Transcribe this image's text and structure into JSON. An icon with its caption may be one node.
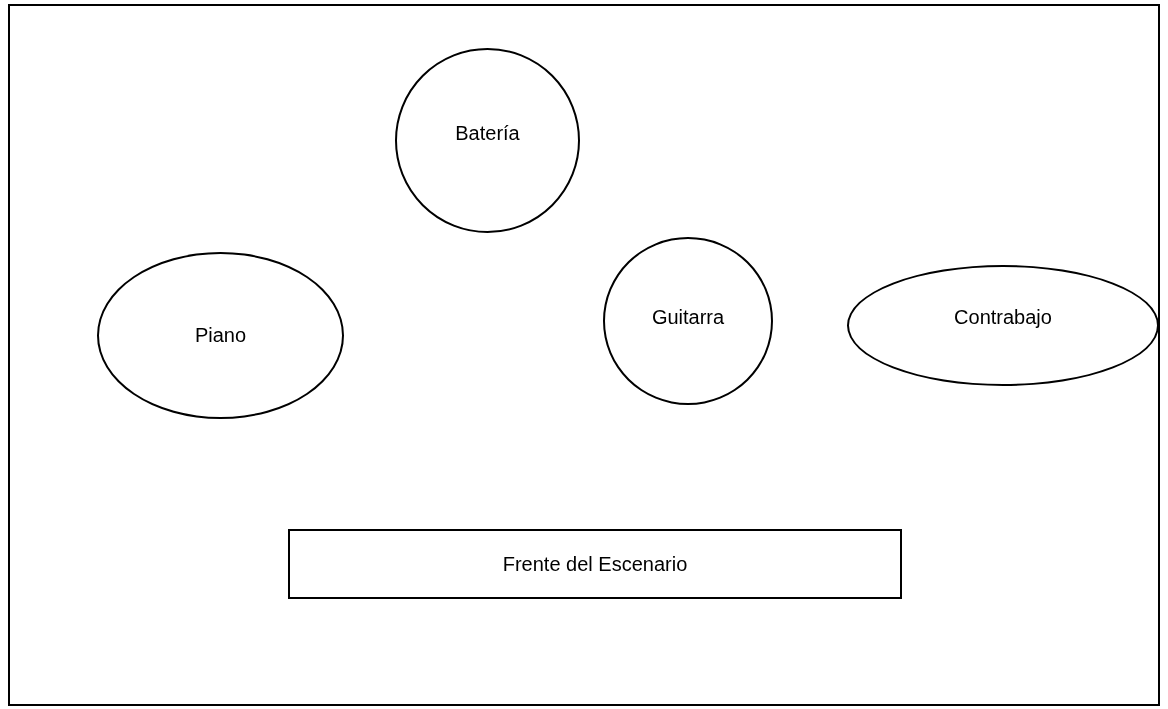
{
  "diagram": {
    "nodes": [
      {
        "text": [],
        "shape": "box"
      },
      {
        "text": [
          "Batería"
        ],
        "in": 0
      },
      {
        "text": [
          "Piano"
        ],
        "in": 0
      },
      {
        "text": [
          "Guitarra"
        ],
        "in": 0
      },
      {
        "text": [
          "Contrabajo"
        ],
        "in": 0
      },
      {
        "text": [
          "Frente del Escenario"
        ],
        "in": 0
      }
    ],
    "edges": []
  }
}
